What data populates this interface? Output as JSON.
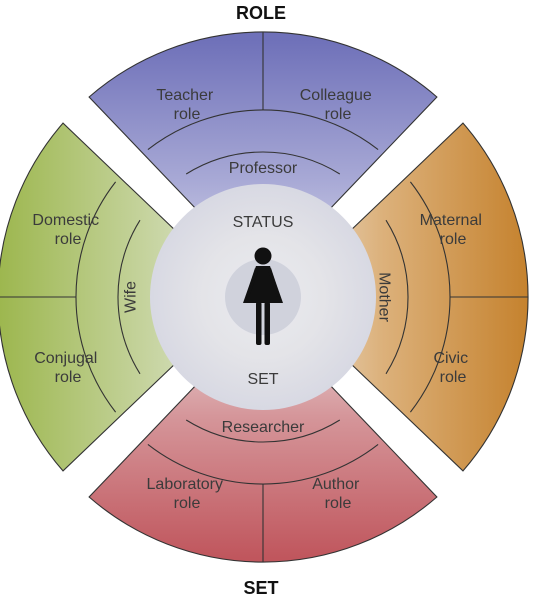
{
  "diagram": {
    "top_heading": "ROLE",
    "bottom_heading": "SET",
    "center_icon": "woman-figure-icon",
    "top": {
      "label_left": [
        "Teacher",
        "role"
      ],
      "label_right": [
        "Colleague",
        "role"
      ],
      "status": "Professor"
    },
    "right": {
      "label_top": [
        "Maternal",
        "role"
      ],
      "label_bottom": [
        "Civic",
        "role"
      ],
      "status": "Mother"
    },
    "bottom": {
      "label_left": [
        "Laboratory",
        "role"
      ],
      "label_right": [
        "Author",
        "role"
      ],
      "status": "Researcher"
    },
    "left": {
      "label_top": [
        "Domestic",
        "role"
      ],
      "label_bottom": [
        "Conjugal",
        "role"
      ],
      "status": "Wife"
    },
    "inner_top_label": "STATUS",
    "inner_bottom_label": "SET",
    "colors": {
      "top": "#7f80c2",
      "right": "#c98a3e",
      "bottom": "#c46269",
      "left": "#a3bc5a",
      "center": "#dadde6"
    }
  }
}
